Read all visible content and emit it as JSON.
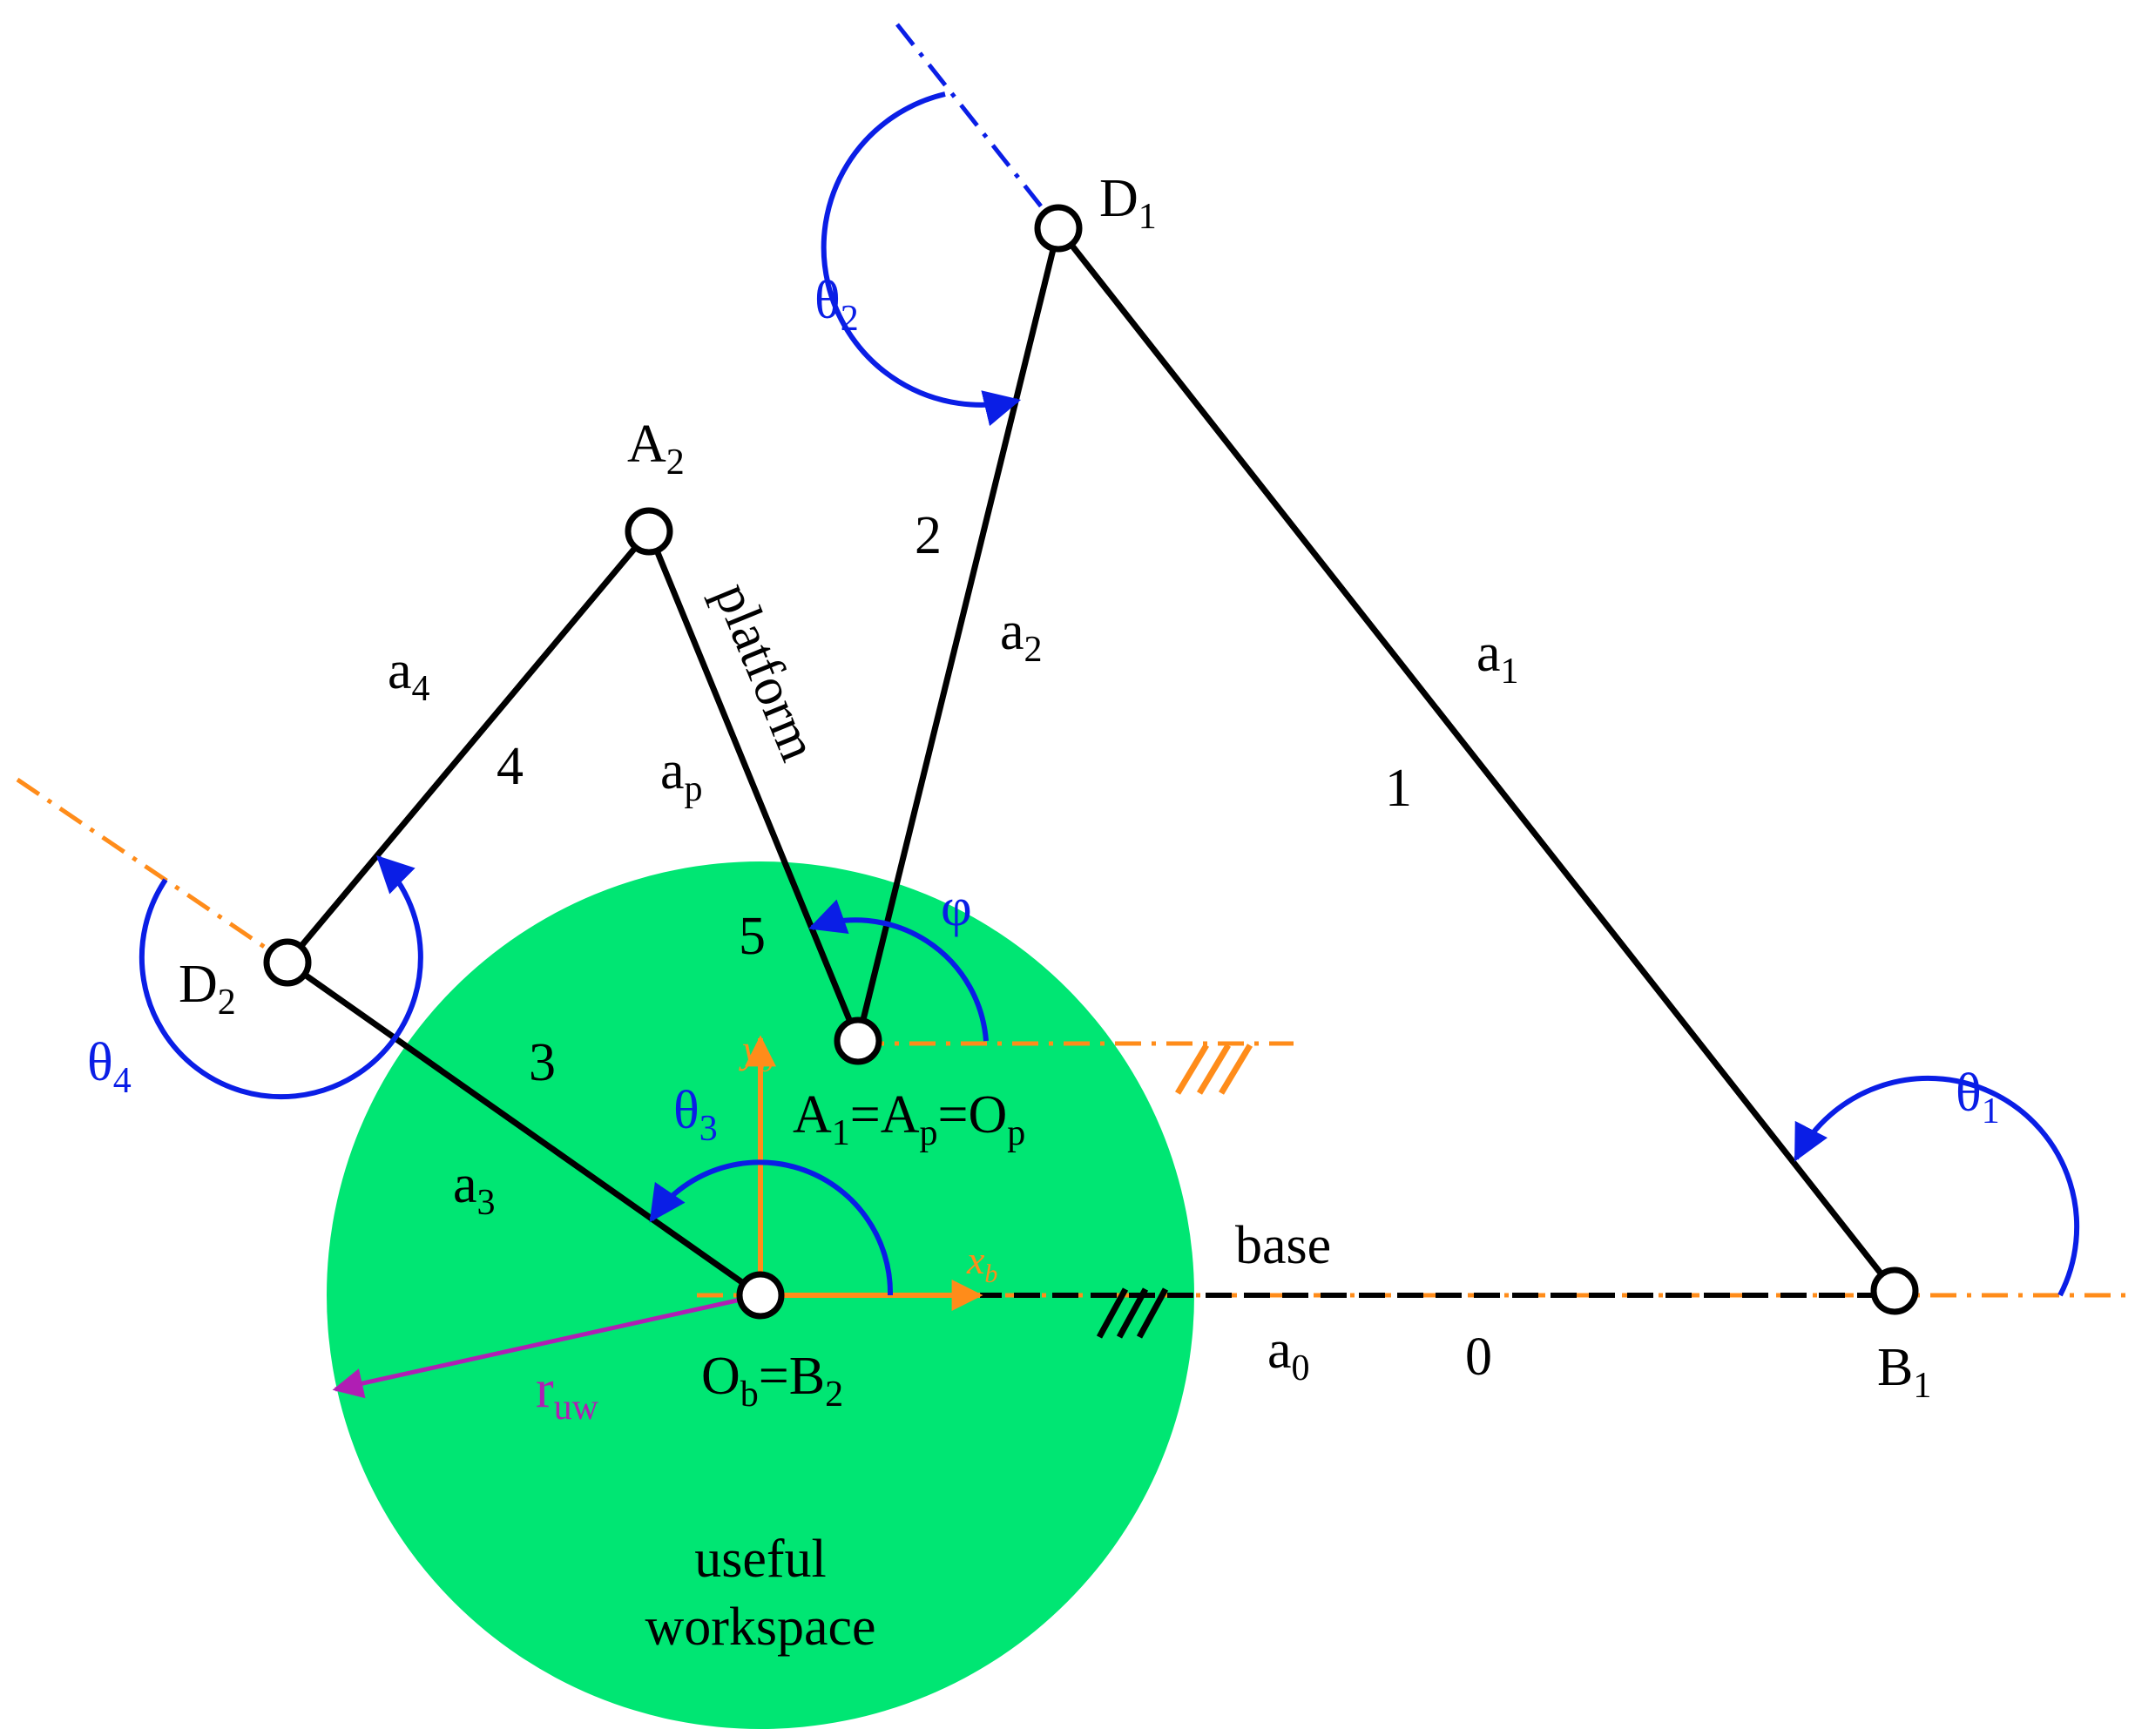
{
  "colors": {
    "link": "#000000",
    "angle": "#0a1ee6",
    "axis": "#ff8c1a",
    "workspace": "#00e673",
    "radius": "#b01eb4"
  },
  "joints": {
    "D1": {
      "main": "D",
      "sub": "1"
    },
    "A2": {
      "main": "A",
      "sub": "2"
    },
    "D2": {
      "main": "D",
      "sub": "2"
    },
    "B1": {
      "main": "B",
      "sub": "1"
    },
    "A1": {
      "p1": "A",
      "s1": "1",
      "eq1": "=A",
      "s2": "p",
      "eq2": "=O",
      "s3": "p"
    },
    "Ob": {
      "p1": "O",
      "s1": "b",
      "eq1": "=B",
      "s2": "2"
    }
  },
  "links": {
    "a1": {
      "main": "a",
      "sub": "1",
      "number": "1"
    },
    "a2": {
      "main": "a",
      "sub": "2",
      "number": "2"
    },
    "a3": {
      "main": "a",
      "sub": "3",
      "number": "3"
    },
    "a4": {
      "main": "a",
      "sub": "4",
      "number": "4"
    },
    "ap": {
      "main": "a",
      "sub": "p",
      "number": "5",
      "name": "platform"
    },
    "a0": {
      "main": "a",
      "sub": "0",
      "number": "0",
      "name": "base"
    }
  },
  "angles": {
    "theta1": {
      "main": "θ",
      "sub": "1"
    },
    "theta2": {
      "main": "θ",
      "sub": "2"
    },
    "theta3": {
      "main": "θ",
      "sub": "3"
    },
    "theta4": {
      "main": "θ",
      "sub": "4"
    },
    "phi": "φ"
  },
  "axes": {
    "xb": {
      "main": "x",
      "sub": "b"
    },
    "yb": {
      "main": "y",
      "sub": "b"
    }
  },
  "workspace": {
    "radius": {
      "main": "r",
      "sub": "uw"
    },
    "label_line1": "useful",
    "label_line2": "workspace"
  }
}
